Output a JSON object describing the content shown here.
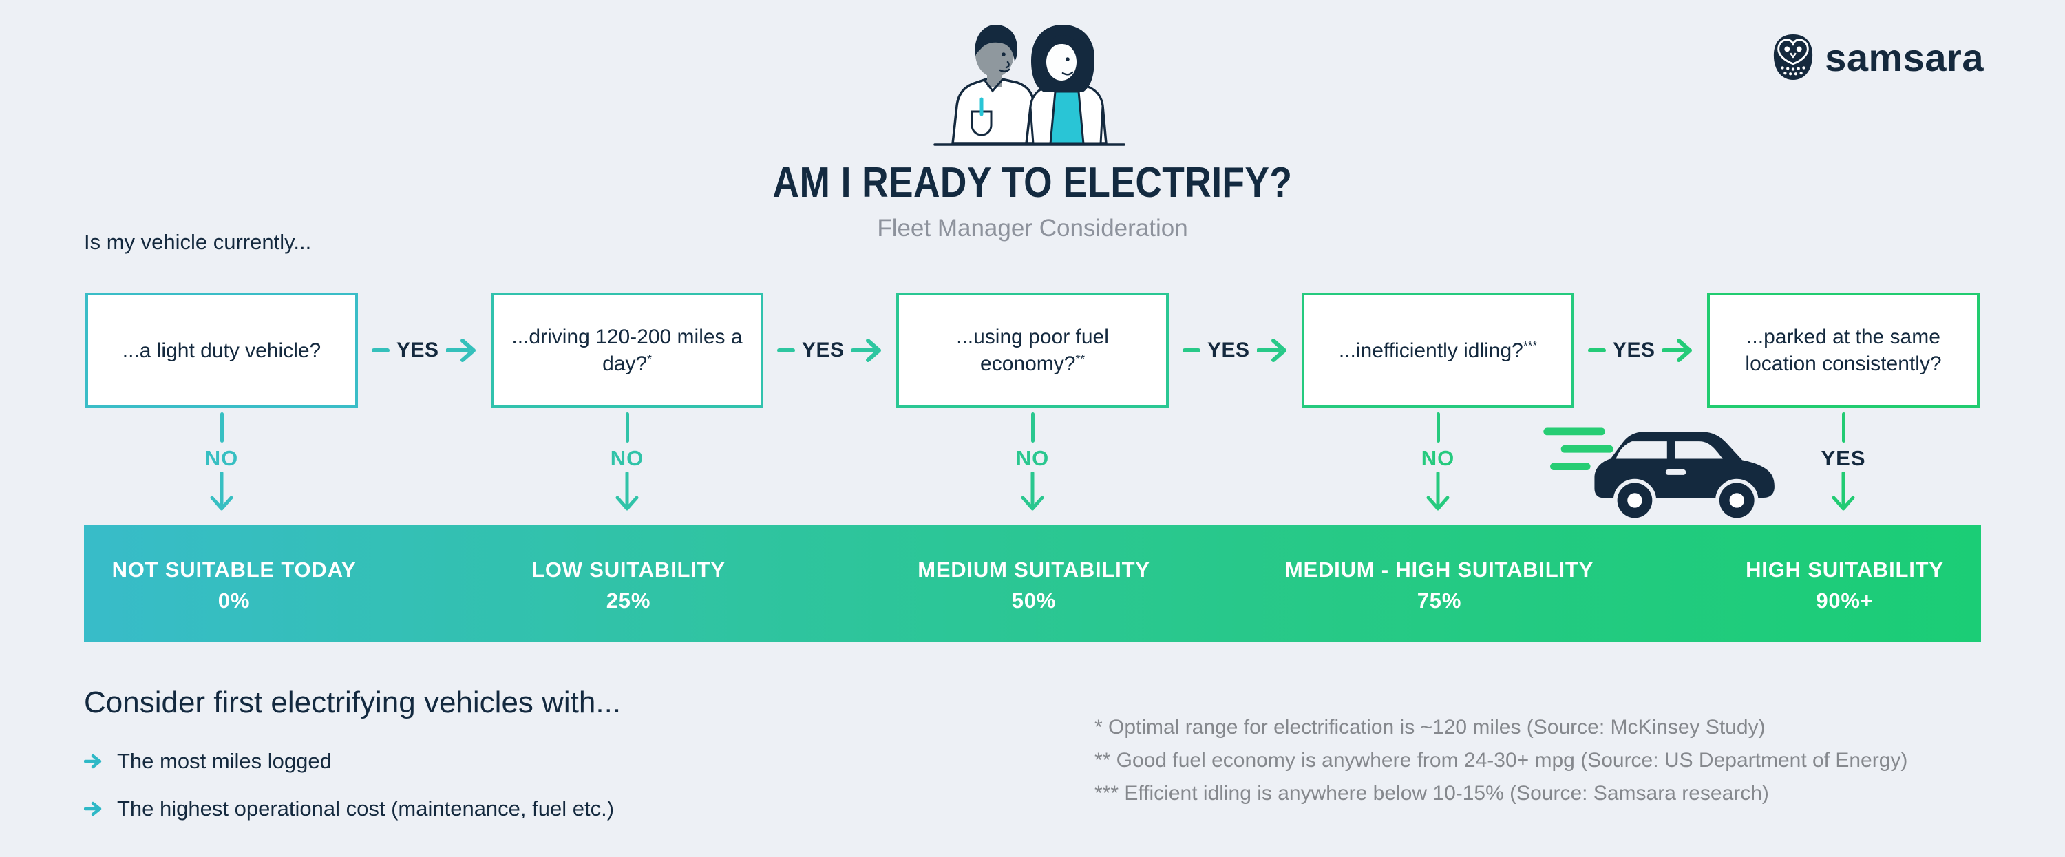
{
  "logo": {
    "brand": "samsara"
  },
  "header": {
    "title": "AM I READY TO ELECTRIFY?",
    "subtitle": "Fleet Manager Consideration"
  },
  "intro": "Is my vehicle currently...",
  "flow": {
    "yes_label": "YES",
    "boxes": [
      {
        "label": "...a light duty vehicle?",
        "sup": ""
      },
      {
        "label": "...driving 120-200 miles a day?",
        "sup": "*"
      },
      {
        "label": "...using poor fuel economy?",
        "sup": "**"
      },
      {
        "label": "...inefficiently idling?",
        "sup": "***"
      },
      {
        "label": "...parked at the same location consistently?",
        "sup": ""
      }
    ],
    "down_labels": [
      "NO",
      "NO",
      "NO",
      "NO",
      "YES"
    ]
  },
  "bar": {
    "segments": [
      {
        "title": "NOT SUITABLE TODAY",
        "value": "0%"
      },
      {
        "title": "LOW SUITABILITY",
        "value": "25%"
      },
      {
        "title": "MEDIUM SUITABILITY",
        "value": "50%"
      },
      {
        "title": "MEDIUM - HIGH SUITABILITY",
        "value": "75%"
      },
      {
        "title": "HIGH SUITABILITY",
        "value": "90%+"
      }
    ]
  },
  "consider": {
    "heading": "Consider first electrifying vehicles with...",
    "bullets": [
      "The most miles logged",
      "The highest operational cost (maintenance, fuel etc.)"
    ]
  },
  "footnotes": [
    "* Optimal range for electrification is ~120 miles (Source: McKinsey Study)",
    "** Good fuel economy is anywhere from 24-30+ mpg (Source: US Department of Energy)",
    "*** Efficient idling is anywhere below 10-15% (Source: Samsara research)"
  ],
  "colors": {
    "background": "#edf0f5",
    "navy": "#14293e",
    "teal_accent": "#38bcc9",
    "green_accent": "#1bcd76",
    "cyan_illustration": "#29c5d6",
    "gray_text": "#85888d",
    "white": "#ffffff"
  }
}
